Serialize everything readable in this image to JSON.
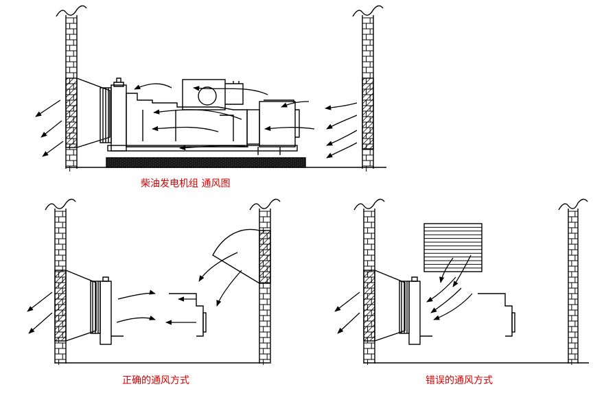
{
  "captions": {
    "top": "柴油发电机组 通风图",
    "left": "正确的通风方式",
    "right": "错误的通风方式"
  },
  "colors": {
    "caption": "#d40000",
    "line": "#000000",
    "hatch": "#000000",
    "base": "#1a1a1a"
  }
}
